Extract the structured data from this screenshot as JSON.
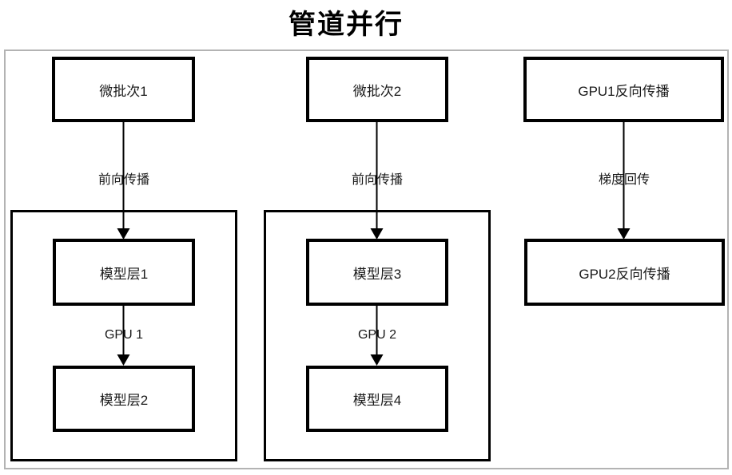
{
  "colors": {
    "box_border": "#000000",
    "frame_border": "#b3b3b3",
    "background": "#ffffff",
    "text": "#1a1a1a"
  },
  "diagram": {
    "title": "管道并行",
    "col1": {
      "source_label": "微批次1",
      "flow_label": "前向传播",
      "layer_top_label": "模型层1",
      "gpu_label": "GPU 1",
      "layer_bottom_label": "模型层2"
    },
    "col2": {
      "source_label": "微批次2",
      "flow_label": "前向传播",
      "layer_top_label": "模型层3",
      "gpu_label": "GPU 2",
      "layer_bottom_label": "模型层4"
    },
    "col3": {
      "top_label": "GPU1反向传播",
      "flow_label": "梯度回传",
      "bottom_label": "GPU2反向传播"
    }
  }
}
